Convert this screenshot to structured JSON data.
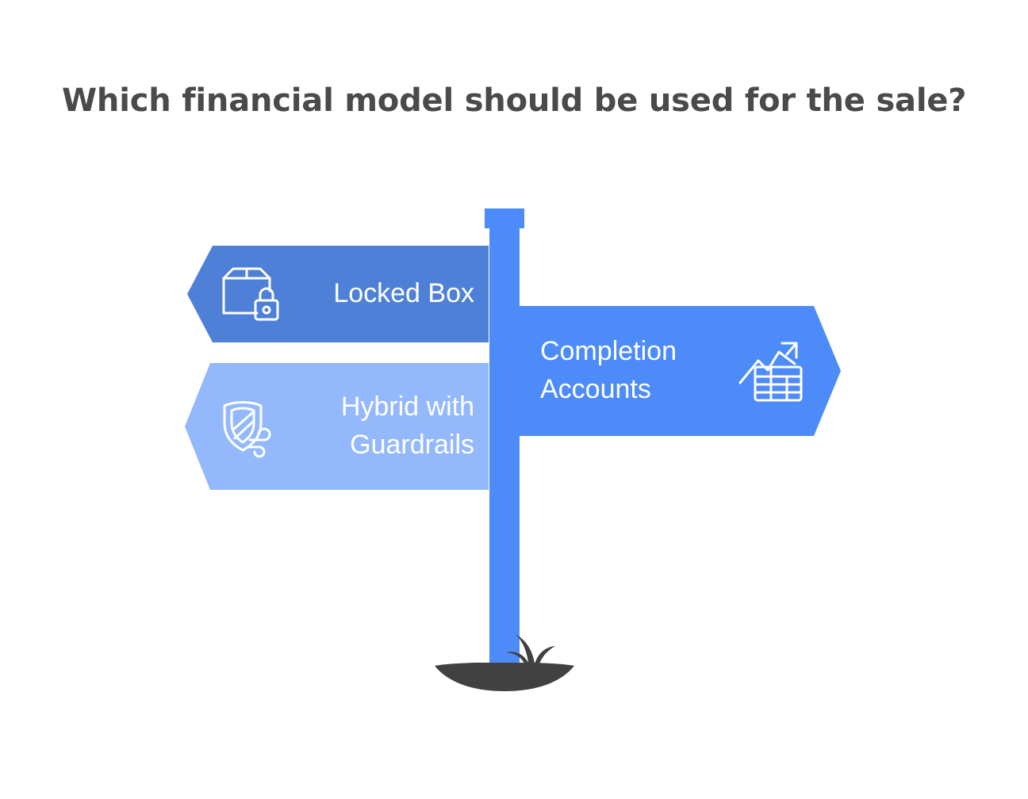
{
  "page": {
    "background_color": "#ffffff",
    "title": "Which financial model should be used for the sale?",
    "title_color": "#4a4a4a"
  },
  "signpost": {
    "post_color": "#4d8bf9",
    "ground_color": "#414141"
  },
  "signs": [
    {
      "id": "locked-box",
      "label": "Locked Box",
      "direction": "left",
      "color": "#4e80d8",
      "text_color": "#ffffff",
      "icon": "box-lock-icon"
    },
    {
      "id": "hybrid-guardrails",
      "label": "Hybrid with Guardrails",
      "line1": "Hybrid with",
      "line2": "Guardrails",
      "direction": "left",
      "color": "#93b8fc",
      "text_color": "#ffffff",
      "icon": "shield-wind-icon"
    },
    {
      "id": "completion-accounts",
      "label": "Completion Accounts",
      "line1": "Completion",
      "line2": "Accounts",
      "direction": "right",
      "color": "#4d8bf9",
      "text_color": "#ffffff",
      "icon": "spreadsheet-growth-icon"
    }
  ]
}
